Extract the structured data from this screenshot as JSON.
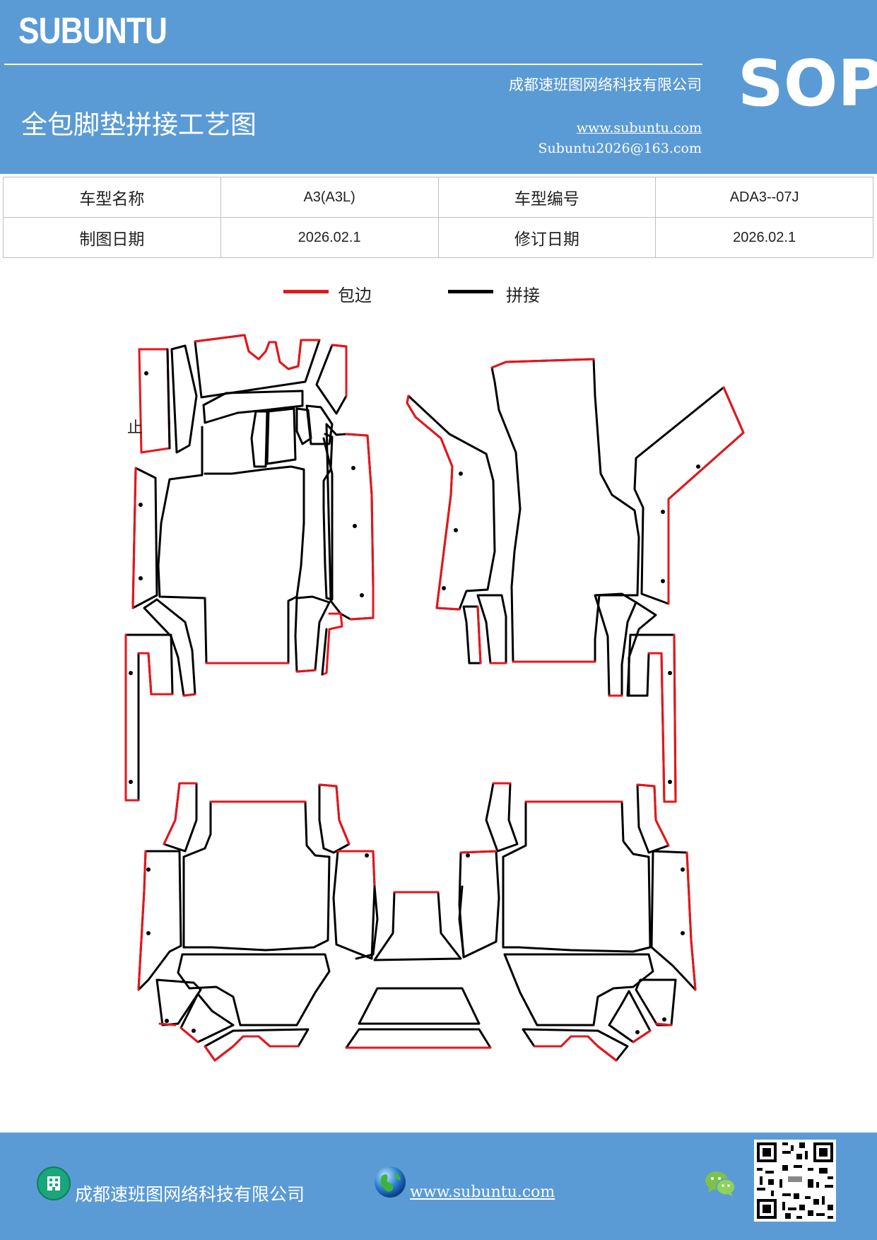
{
  "header": {
    "brand": "SUBUNTU",
    "company": "成都速班图网络科技有限公司",
    "title": "全包脚垫拼接工艺图",
    "website": "www.subuntu.com",
    "email": "Subuntu2026@163.com",
    "badge": "SOP"
  },
  "info_table": {
    "rows": [
      {
        "label1": "车型名称",
        "value1": "A3(A3L)",
        "label2": "车型编号",
        "value2": "ADA3--07J"
      },
      {
        "label1": "制图日期",
        "value1": "2026.02.1",
        "label2": "修订日期",
        "value2": "2026.02.1"
      }
    ]
  },
  "legend": {
    "items": [
      {
        "label": "包边",
        "color": "#e8151b"
      },
      {
        "label": "拼接",
        "color": "#000000"
      }
    ]
  },
  "diagram": {
    "mark": "止"
  },
  "footer": {
    "company": "成都速班图网络科技有限公司",
    "website": "www.subuntu.com",
    "icons": [
      "building-icon",
      "globe-icon",
      "wechat-icon",
      "qr-code"
    ]
  },
  "colors": {
    "header_bg": "#5b9bd5",
    "edge_binding": "#e8151b",
    "seam": "#000000"
  }
}
